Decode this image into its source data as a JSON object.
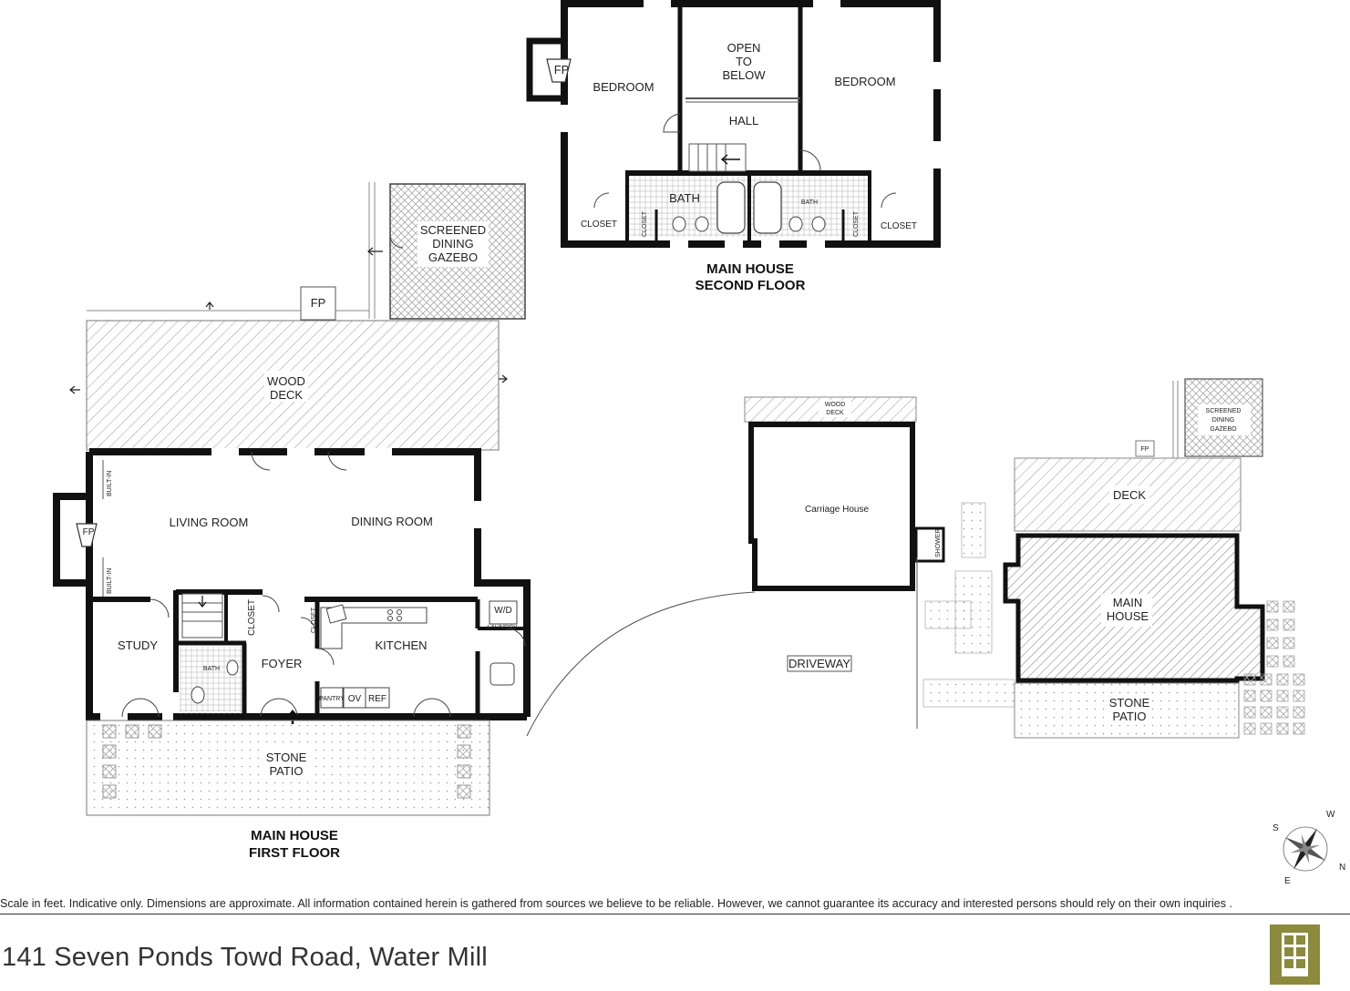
{
  "second_floor": {
    "title_line1": "MAIN HOUSE",
    "title_line2": "SECOND FLOOR",
    "fp": "FP",
    "bedroom_left": "BEDROOM",
    "bedroom_right": "BEDROOM",
    "open_line1": "OPEN",
    "open_line2": "TO",
    "open_line3": "BELOW",
    "hall": "HALL",
    "bath_left": "BATH",
    "bath_right": "BATH",
    "closet_left": "CLOSET",
    "closet_right": "CLOSET",
    "closet_small_left": "CLOSET",
    "closet_small_right": "CLOSET"
  },
  "first_floor": {
    "title_line1": "MAIN HOUSE",
    "title_line2": "FIRST FLOOR",
    "gazebo_line1": "SCREENED",
    "gazebo_line2": "DINING",
    "gazebo_line3": "GAZEBO",
    "deck_fp": "FP",
    "deck_line1": "WOOD",
    "deck_line2": "DECK",
    "builtin_top": "BUILT-IN",
    "builtin_bottom": "BUILT-IN",
    "fp": "FP",
    "living_room": "LIVING ROOM",
    "dining_room": "DINING ROOM",
    "study": "STUDY",
    "closet": "CLOSET",
    "closet_small": "CLOSET",
    "wd": "W/D",
    "laundry": "LAUNDRY",
    "bath": "BATH",
    "foyer": "FOYER",
    "kitchen": "KITCHEN",
    "pantry": "PANTRY",
    "ov": "OV",
    "ref": "REF",
    "patio_line1": "STONE",
    "patio_line2": "PATIO"
  },
  "site_plan": {
    "wood_deck_line1": "WOOD",
    "wood_deck_line2": "DECK",
    "carriage_house": "Carriage House",
    "shower": "SHOWER",
    "driveway": "DRIVEWAY",
    "gazebo_line1": "SCREENED",
    "gazebo_line2": "DINING",
    "gazebo_line3": "GAZEBO",
    "fp": "FP",
    "deck": "DECK",
    "main_line1": "MAIN",
    "main_line2": "HOUSE",
    "patio_line1": "STONE",
    "patio_line2": "PATIO"
  },
  "compass": {
    "w": "W",
    "s": "S",
    "n": "N",
    "e": "E"
  },
  "footer": {
    "disclaimer": "Scale in feet. Indicative only. Dimensions are approximate. All information contained herein is gathered from sources we believe to be reliable. However, we cannot guarantee its accuracy and interested persons should rely on their own inquiries .",
    "address": "141 Seven Ponds Towd Road, Water Mill"
  },
  "colors": {
    "wall": "#111111",
    "logo": "#8c8a3c",
    "hatch": "#888888"
  }
}
